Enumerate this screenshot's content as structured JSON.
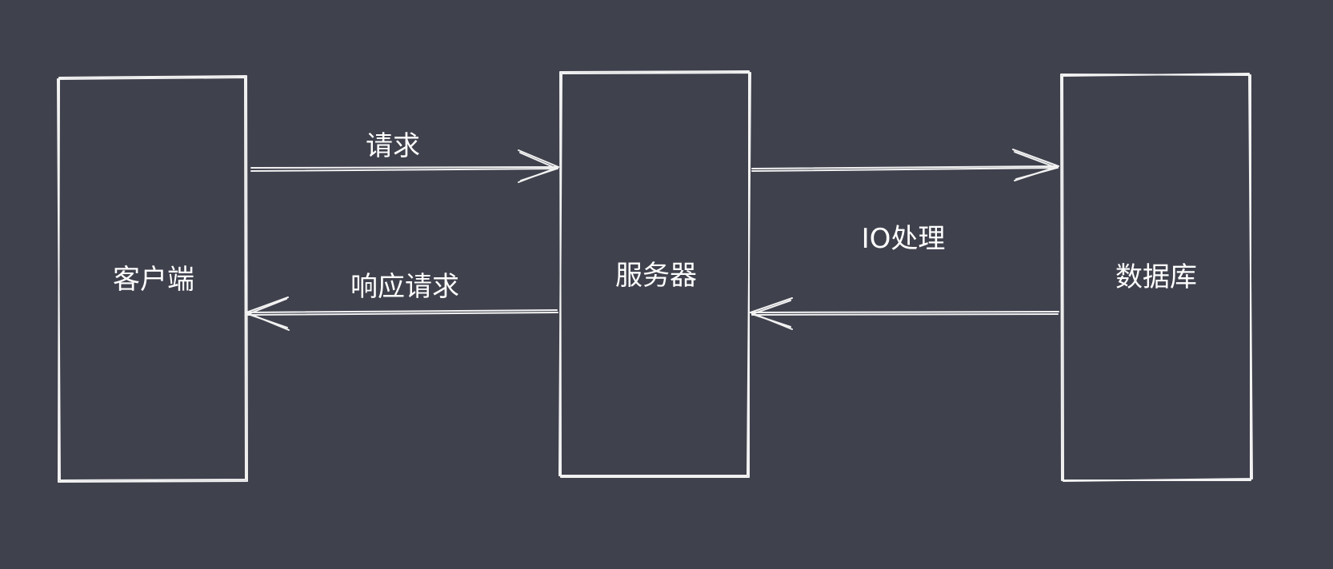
{
  "nodes": {
    "client": {
      "label": "客户端"
    },
    "server": {
      "label": "服务器"
    },
    "database": {
      "label": "数据库"
    }
  },
  "edges": {
    "request": {
      "label": "请求"
    },
    "response": {
      "label": "响应请求"
    },
    "io": {
      "prefix": "IO",
      "label": "处理"
    }
  },
  "colors": {
    "background": "#3f414d",
    "stroke": "#f2f2f2",
    "text": "#ffffff"
  }
}
